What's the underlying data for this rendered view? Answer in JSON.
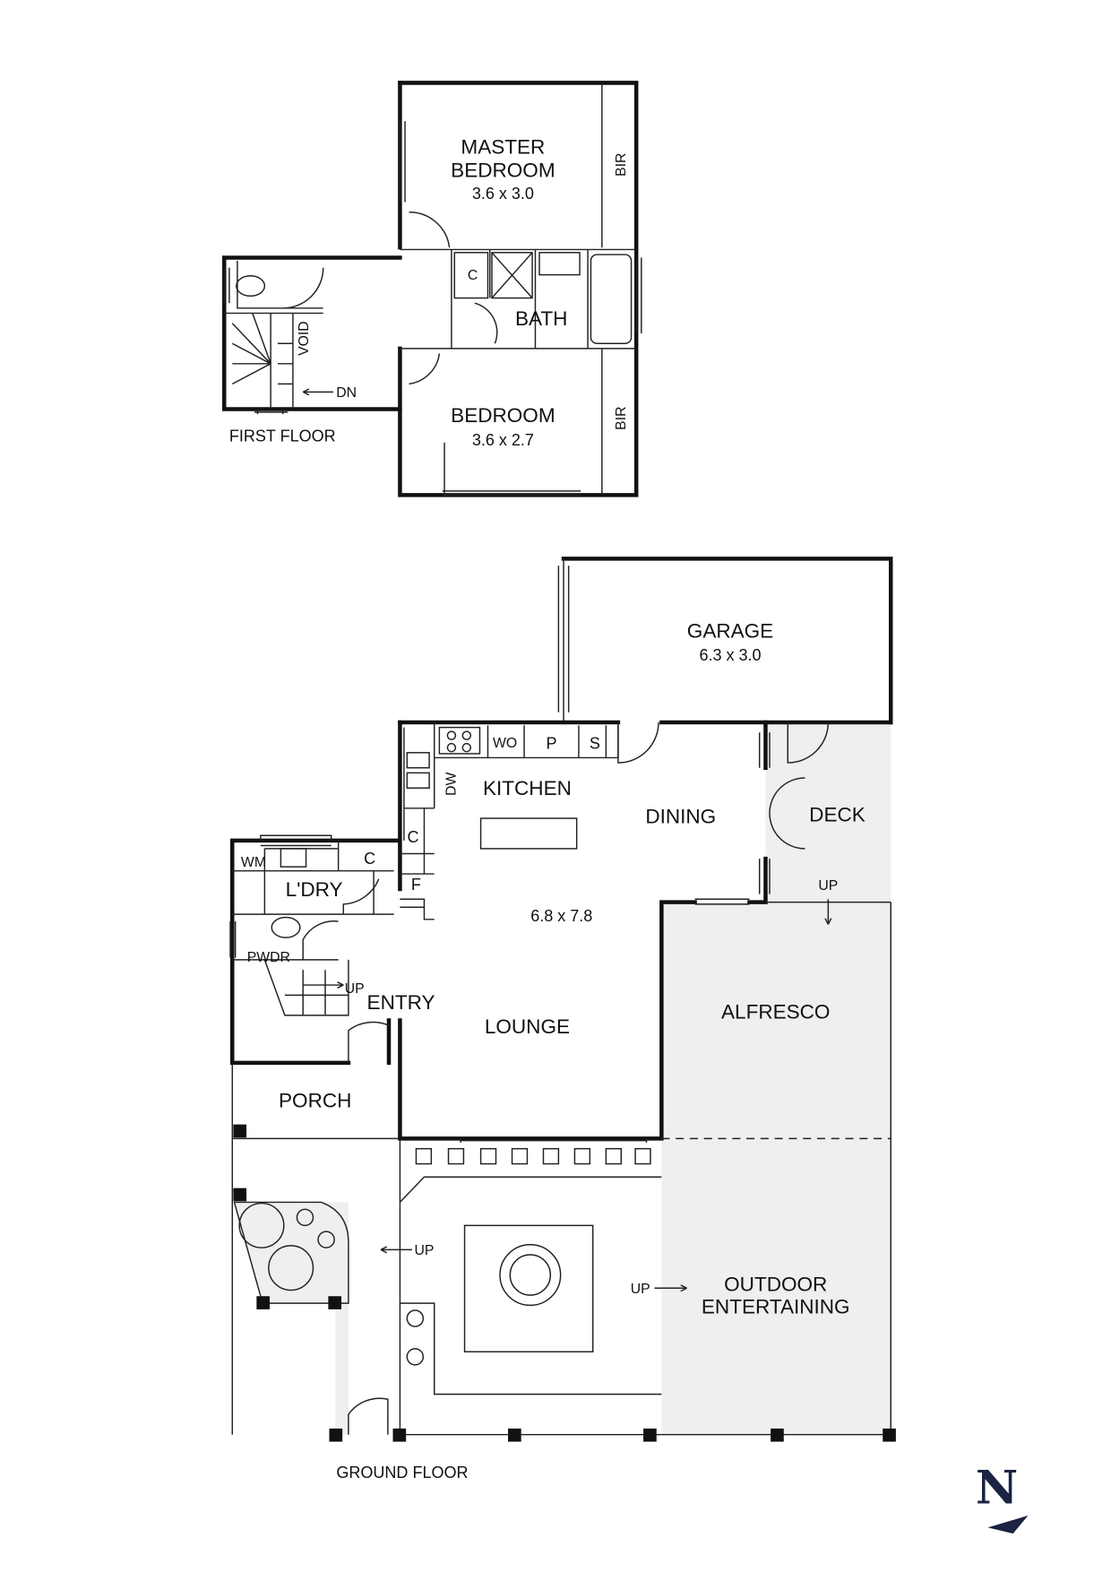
{
  "first_floor": {
    "title": "FIRST FLOOR",
    "rooms": {
      "master_bedroom_line1": "MASTER",
      "master_bedroom_line2": "BEDROOM",
      "master_bedroom_dim": "3.6 x 3.0",
      "bedroom": "BEDROOM",
      "bedroom_dim": "3.6 x 2.7",
      "bath": "BATH",
      "bir_1": "BIR",
      "bir_2": "BIR",
      "cupboard": "C",
      "void": "VOID",
      "stairs_down": "DN"
    }
  },
  "ground_floor": {
    "title": "GROUND FLOOR",
    "rooms": {
      "garage": "GARAGE",
      "garage_dim": "6.3 x 3.0",
      "kitchen": "KITCHEN",
      "dining": "DINING",
      "deck": "DECK",
      "living_dim": "6.8 x 7.8",
      "lounge": "LOUNGE",
      "alfresco": "ALFRESCO",
      "entry": "ENTRY",
      "laundry": "L'DRY",
      "powder": "PWDR",
      "porch": "PORCH",
      "outdoor_line1": "OUTDOOR",
      "outdoor_line2": "ENTERTAINING",
      "wall_oven": "WO",
      "pantry": "P",
      "storage": "S",
      "dishwasher": "DW",
      "kitchen_cupboard": "C",
      "fridge": "F",
      "laundry_cupboard": "C",
      "washing_machine": "WM",
      "up_entry": "UP",
      "up_deck": "UP",
      "up_side": "UP",
      "up_courtyard": "UP"
    }
  },
  "compass": {
    "letter": "N",
    "color": "#1a2340"
  }
}
